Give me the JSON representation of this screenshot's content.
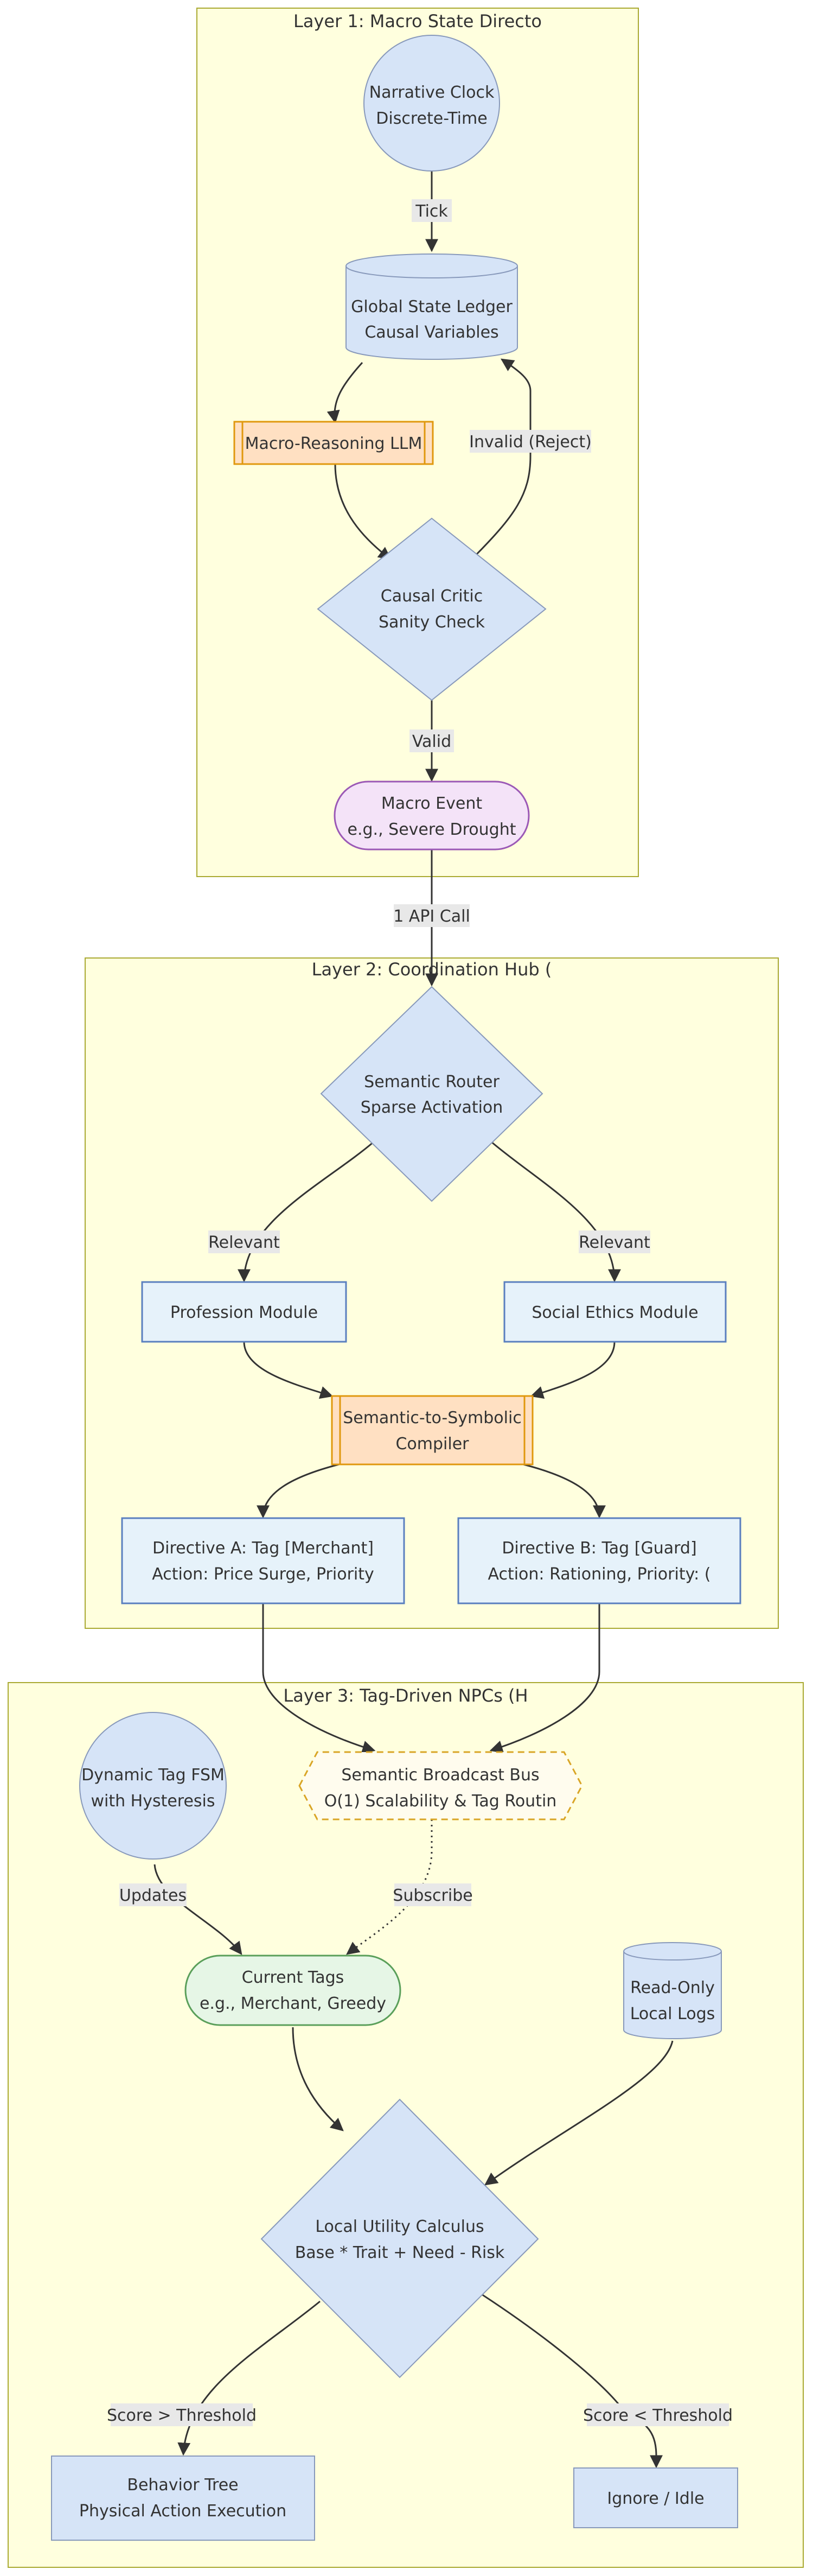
{
  "layers": {
    "l1": {
      "title": "Layer 1: Macro State Directo"
    },
    "l2": {
      "title": "Layer 2: Coordination Hub ("
    },
    "l3": {
      "title": "Layer 3: Tag-Driven NPCs (H"
    }
  },
  "nodes": {
    "clock": {
      "l1": "Narrative Clock",
      "l2": "Discrete-Time"
    },
    "ledger": {
      "l1": "Global State Ledger",
      "l2": "Causal Variables"
    },
    "llm": {
      "l1": "Macro-Reasoning LLM"
    },
    "critic": {
      "l1": "Causal Critic",
      "l2": "Sanity Check"
    },
    "macro": {
      "l1": "Macro Event",
      "l2": "e.g., Severe Drought"
    },
    "router": {
      "l1": "Semantic Router",
      "l2": "Sparse Activation"
    },
    "prof": {
      "l1": "Profession Module"
    },
    "ethics": {
      "l1": "Social Ethics Module"
    },
    "compiler": {
      "l1": "Semantic-to-Symbolic",
      "l2": "Compiler"
    },
    "dirA": {
      "l1": "Directive A: Tag [Merchant]",
      "l2": "Action: Price Surge, Priority"
    },
    "dirB": {
      "l1": "Directive B: Tag [Guard]",
      "l2": "Action: Rationing, Priority: ("
    },
    "fsm": {
      "l1": "Dynamic Tag FSM",
      "l2": "with Hysteresis"
    },
    "bus": {
      "l1": "Semantic Broadcast Bus",
      "l2": "O(1) Scalability & Tag Routin"
    },
    "tags": {
      "l1": "Current Tags",
      "l2": "e.g., Merchant, Greedy"
    },
    "logs": {
      "l1": "Read-Only",
      "l2": "Local Logs"
    },
    "utility": {
      "l1": "Local Utility Calculus",
      "l2": "Base * Trait + Need - Risk"
    },
    "bt": {
      "l1": "Behavior Tree",
      "l2": "Physical Action Execution"
    },
    "idle": {
      "l1": "Ignore / Idle"
    }
  },
  "edges": {
    "tick": "Tick",
    "invalid": "Invalid (Reject)",
    "valid": "Valid",
    "apicall": "1 API Call",
    "relevant1": "Relevant",
    "relevant2": "Relevant",
    "updates": "Updates",
    "subscribe": "Subscribe",
    "above": "Score > Threshold",
    "below": "Score < Threshold"
  },
  "colors": {
    "cluster_fill": "#ffffde",
    "cluster_stroke": "#aaaa33",
    "node_fill": "#d6e4f7",
    "node_stroke": "#8899bb",
    "module_fill": "#e6f2fa",
    "module_stroke": "#5a7fbf",
    "llm_fill": "#ffe0c2",
    "llm_stroke": "#e0980e",
    "event_fill": "#f4e3f8",
    "event_stroke": "#9b59b6",
    "tags_fill": "#e6f6e6",
    "tags_stroke": "#5a9f5a",
    "bus_stroke": "#d9a526",
    "edge": "#333333"
  }
}
